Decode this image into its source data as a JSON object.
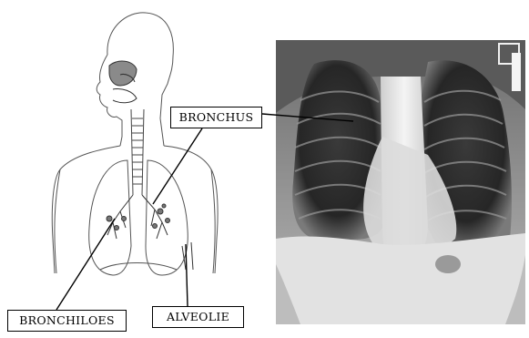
{
  "labels": {
    "bronchus": "BRONCHUS",
    "bronchiloes": "BRONCHILOES",
    "alveolie": "ALVEOLIE"
  },
  "colors": {
    "line_art": "#555555",
    "leader_line": "#000000",
    "xray_dark": "#1c1c1c",
    "xray_light": "#e8e8e8"
  }
}
